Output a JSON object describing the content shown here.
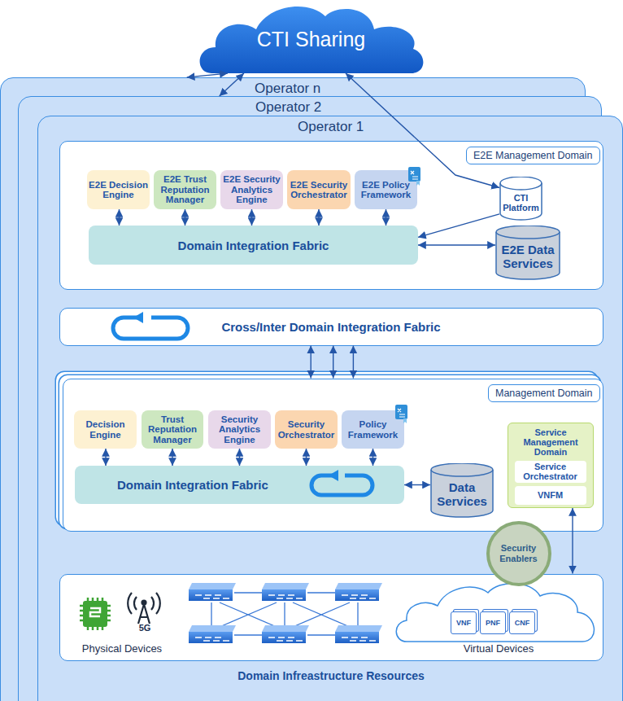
{
  "diagram": {
    "nodes": [
      {
        "text": [
          "CTI Sharing"
        ]
      },
      {
        "text": [
          "Operator n"
        ]
      },
      {
        "text": [
          "Operator 2"
        ]
      },
      {
        "text": [
          "Operator 1"
        ]
      },
      {
        "text": [
          "E2E Management Domain"
        ],
        "in": 3
      },
      {
        "text": [
          "E2E Decision Engine"
        ],
        "in": 4
      },
      {
        "text": [
          "E2E Trust Reputation Manager"
        ],
        "in": 4
      },
      {
        "text": [
          "E2E Security Analytics Engine"
        ],
        "in": 4
      },
      {
        "text": [
          "E2E Security Orchestrator"
        ],
        "in": 4
      },
      {
        "text": [
          "E2E Policy Framework"
        ],
        "in": 4
      },
      {
        "text": [
          "Domain Integration Fabric"
        ],
        "in": 4
      },
      {
        "text": [
          "CTI Platform"
        ],
        "in": 4
      },
      {
        "text": [
          "E2E Data Services"
        ],
        "in": 4
      },
      {
        "text": [
          "Cross/Inter Domain Integration Fabric"
        ],
        "in": 3
      },
      {
        "text": [
          "Management Domain"
        ],
        "in": 3
      },
      {
        "text": [
          "Decision Engine"
        ],
        "in": 14
      },
      {
        "text": [
          "Trust Reputation Manager"
        ],
        "in": 14
      },
      {
        "text": [
          "Security Analytics Engine"
        ],
        "in": 14
      },
      {
        "text": [
          "Security Orchestrator"
        ],
        "in": 14
      },
      {
        "text": [
          "Policy Framework"
        ],
        "in": 14
      },
      {
        "text": [
          "Domain Integration Fabric"
        ],
        "in": 14
      },
      {
        "text": [
          "Data Services"
        ],
        "in": 14
      },
      {
        "text": [
          "Service Management Domain"
        ],
        "in": 14
      },
      {
        "text": [
          "Service Orchestrator"
        ],
        "in": 22
      },
      {
        "text": [
          "VNFM"
        ],
        "in": 22
      },
      {
        "text": [
          "Security Enablers"
        ],
        "in": 3
      },
      {
        "text": [
          "Domain Infreastructure Resources"
        ],
        "in": 3
      },
      {
        "text": [
          "VNF"
        ],
        "in": 26
      },
      {
        "text": [
          "PNF"
        ],
        "in": 26
      },
      {
        "text": [
          "CNF"
        ],
        "in": 26
      }
    ],
    "edges": [
      {
        "from": 0,
        "to": 1,
        "arrow": "both"
      },
      {
        "from": 0,
        "to": 2,
        "arrow": "both"
      },
      {
        "from": 0,
        "to": 11,
        "arrow": "both"
      },
      {
        "from": 5,
        "to": 10,
        "arrow": "both"
      },
      {
        "from": 6,
        "to": 10,
        "arrow": "both"
      },
      {
        "from": 7,
        "to": 10,
        "arrow": "both"
      },
      {
        "from": 8,
        "to": 10,
        "arrow": "both"
      },
      {
        "from": 9,
        "to": 10,
        "arrow": "both"
      },
      {
        "from": 11,
        "to": 10,
        "arrow": "to"
      },
      {
        "from": 10,
        "to": 12,
        "arrow": "both"
      },
      {
        "from": 13,
        "to": 14,
        "arrow": "both"
      },
      {
        "from": 13,
        "to": 14,
        "arrow": "both"
      },
      {
        "from": 13,
        "to": 14,
        "arrow": "both"
      },
      {
        "from": 15,
        "to": 20,
        "arrow": "both"
      },
      {
        "from": 16,
        "to": 20,
        "arrow": "both"
      },
      {
        "from": 17,
        "to": 20,
        "arrow": "both"
      },
      {
        "from": 18,
        "to": 20,
        "arrow": "both"
      },
      {
        "from": 19,
        "to": 20,
        "arrow": "both"
      },
      {
        "from": 20,
        "to": 21,
        "arrow": "both"
      },
      {
        "from": 22,
        "to": 26,
        "arrow": "both"
      }
    ],
    "labels": [
      "5G",
      "Physical Devices",
      "Virtual Devices"
    ]
  }
}
